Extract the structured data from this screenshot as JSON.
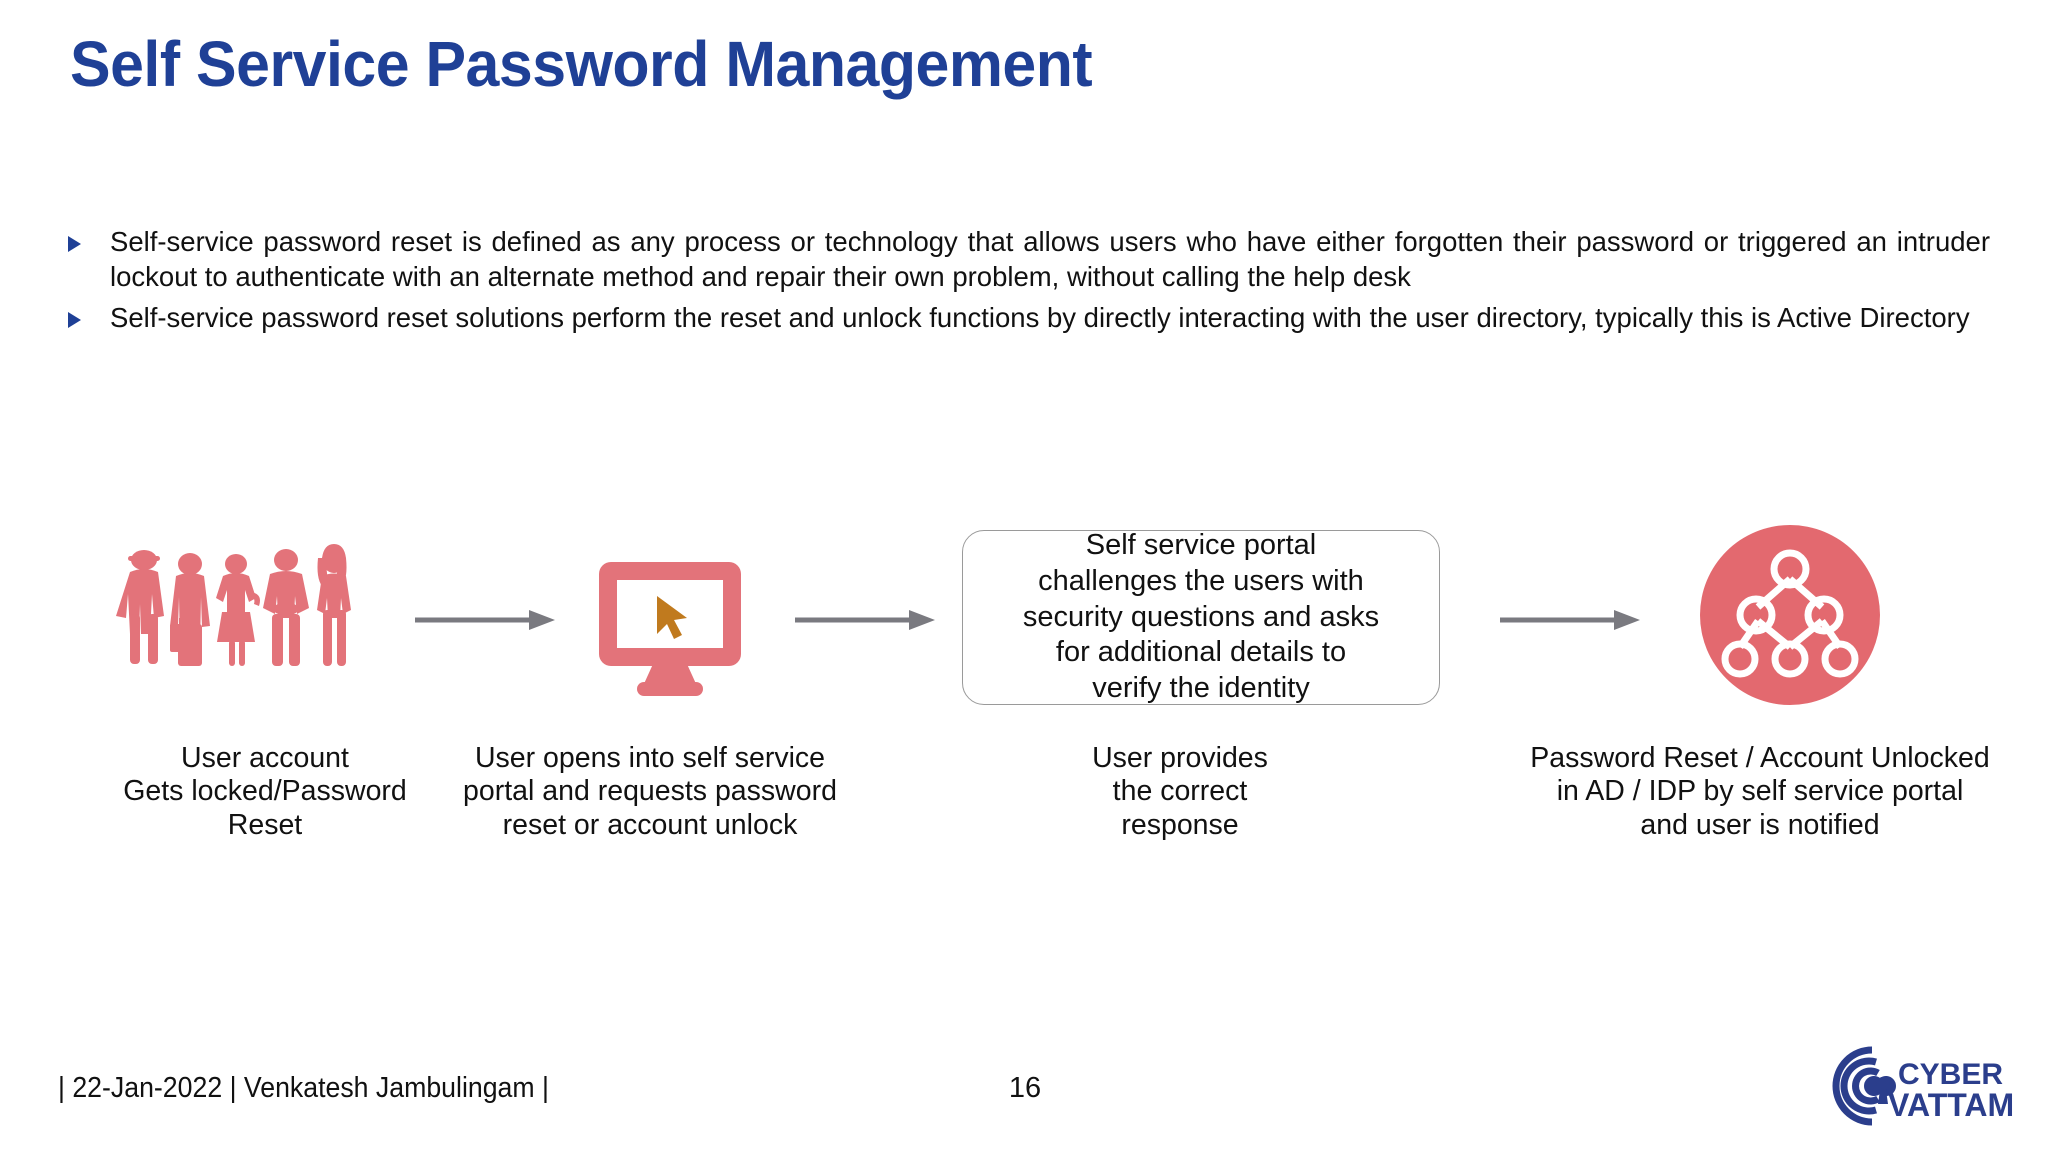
{
  "slide": {
    "title": "Self Service Password Management",
    "title_color": "#1F4096",
    "background": "#ffffff"
  },
  "bullets": [
    {
      "marker": "triangle-bullet-icon",
      "text": "Self-service password reset is defined as any process or technology that allows users who have either forgotten their password or triggered an intruder lockout to authenticate with an alternate method and repair their own problem, without calling the help desk"
    },
    {
      "marker": "triangle-bullet-icon",
      "text": "Self-service password reset solutions perform the reset and unlock functions by directly interacting with the user directory, typically this is Active Directory"
    }
  ],
  "diagram": {
    "accent_color": "#E3696F",
    "arrow_color": "#7a7a80",
    "cursor_color": "#C07A1E",
    "steps": [
      {
        "id": "step-user-account",
        "icon": "group-of-people-icon",
        "caption": "User account\nGets locked/Password\nReset"
      },
      {
        "id": "step-self-service-portal",
        "icon": "desktop-monitor-with-cursor-icon",
        "caption": "User opens into self service\nportal and requests password\nreset or account unlock"
      },
      {
        "id": "step-challenge",
        "icon": "rounded-callout-box",
        "box_text": "Self service portal\nchallenges the users with\nsecurity questions and asks\nfor additional details to\nverify the identity",
        "caption": "User provides\nthe correct\nresponse"
      },
      {
        "id": "step-directory",
        "icon": "directory-tree-circle-icon",
        "caption": "Password Reset / Account Unlocked\nin AD / IDP by self service portal\nand user is notified"
      }
    ],
    "connectors": [
      {
        "id": "arrow-1"
      },
      {
        "id": "arrow-2"
      },
      {
        "id": "arrow-3"
      }
    ]
  },
  "footer": {
    "left": "| 22-Jan-2022 | Venkatesh Jambulingam |",
    "page_number": "16",
    "logo": {
      "line1": "CYBER",
      "line2": "VATTAM",
      "color": "#2B3E8C"
    }
  }
}
